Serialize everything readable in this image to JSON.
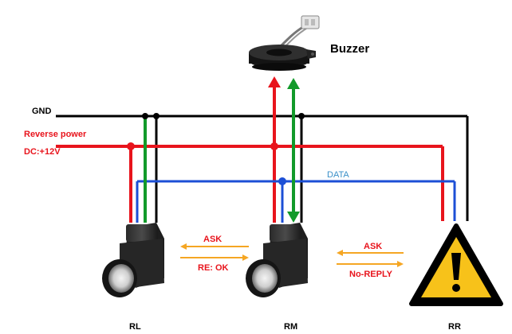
{
  "labels": {
    "buzzer": "Buzzer",
    "gnd": "GND",
    "reverse_power": "Reverse  power",
    "dc": "DC:+12V",
    "data": "DATA",
    "ask_left": "ASK",
    "re_ok": "RE: OK",
    "ask_right": "ASK",
    "no_reply": "No-REPLY",
    "rl": "RL",
    "rm": "RM",
    "rr": "RR"
  },
  "colors": {
    "gnd": "#000000",
    "power": "#e8141c",
    "signal": "#129a2a",
    "data": "#1c4fd6",
    "data_label": "#3a8fc8",
    "arrow": "#f5a623",
    "text_red": "#e8141c",
    "warning": "#f7c21a"
  },
  "icons": {
    "buzzer": "buzzer-icon",
    "sensor": "parking-sensor-icon",
    "warning": "warning-triangle-icon"
  }
}
